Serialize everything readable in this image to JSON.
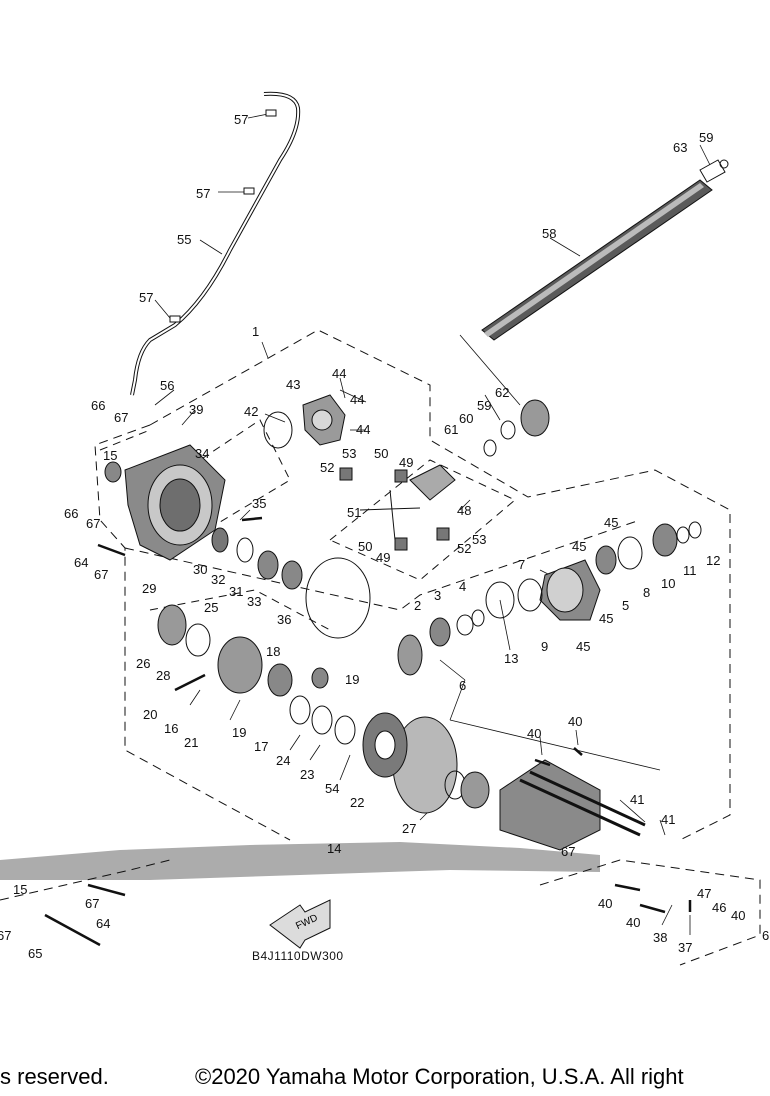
{
  "diagram": {
    "drawing_code": "B4J1110DW300",
    "direction_label": "FWD",
    "callouts": [
      "57",
      "57",
      "55",
      "57",
      "56",
      "66",
      "67",
      "39",
      "15",
      "66",
      "67",
      "64",
      "67",
      "1",
      "43",
      "44",
      "44",
      "44",
      "42",
      "34",
      "35",
      "29",
      "30",
      "32",
      "31",
      "33",
      "36",
      "53",
      "50",
      "49",
      "52",
      "51",
      "50",
      "49",
      "52",
      "53",
      "48",
      "63",
      "59",
      "58",
      "62",
      "59",
      "60",
      "61",
      "45",
      "45",
      "7",
      "5",
      "8",
      "10",
      "11",
      "12",
      "45",
      "45",
      "2",
      "3",
      "4",
      "13",
      "9",
      "6",
      "25",
      "26",
      "28",
      "18",
      "19",
      "20",
      "16",
      "21",
      "19",
      "17",
      "24",
      "23",
      "54",
      "22",
      "27",
      "40",
      "40",
      "41",
      "41",
      "14",
      "67",
      "15",
      "67",
      "64",
      "67",
      "65",
      "40",
      "40",
      "38",
      "37",
      "47",
      "46",
      "40",
      "6"
    ]
  },
  "footer": {
    "left_text": "s reserved.",
    "right_text": "©2020 Yamaha Motor Corporation, U.S.A. All right"
  },
  "colors": {
    "line": "#111111",
    "background": "#ffffff",
    "metal": "#6e6e6e"
  }
}
